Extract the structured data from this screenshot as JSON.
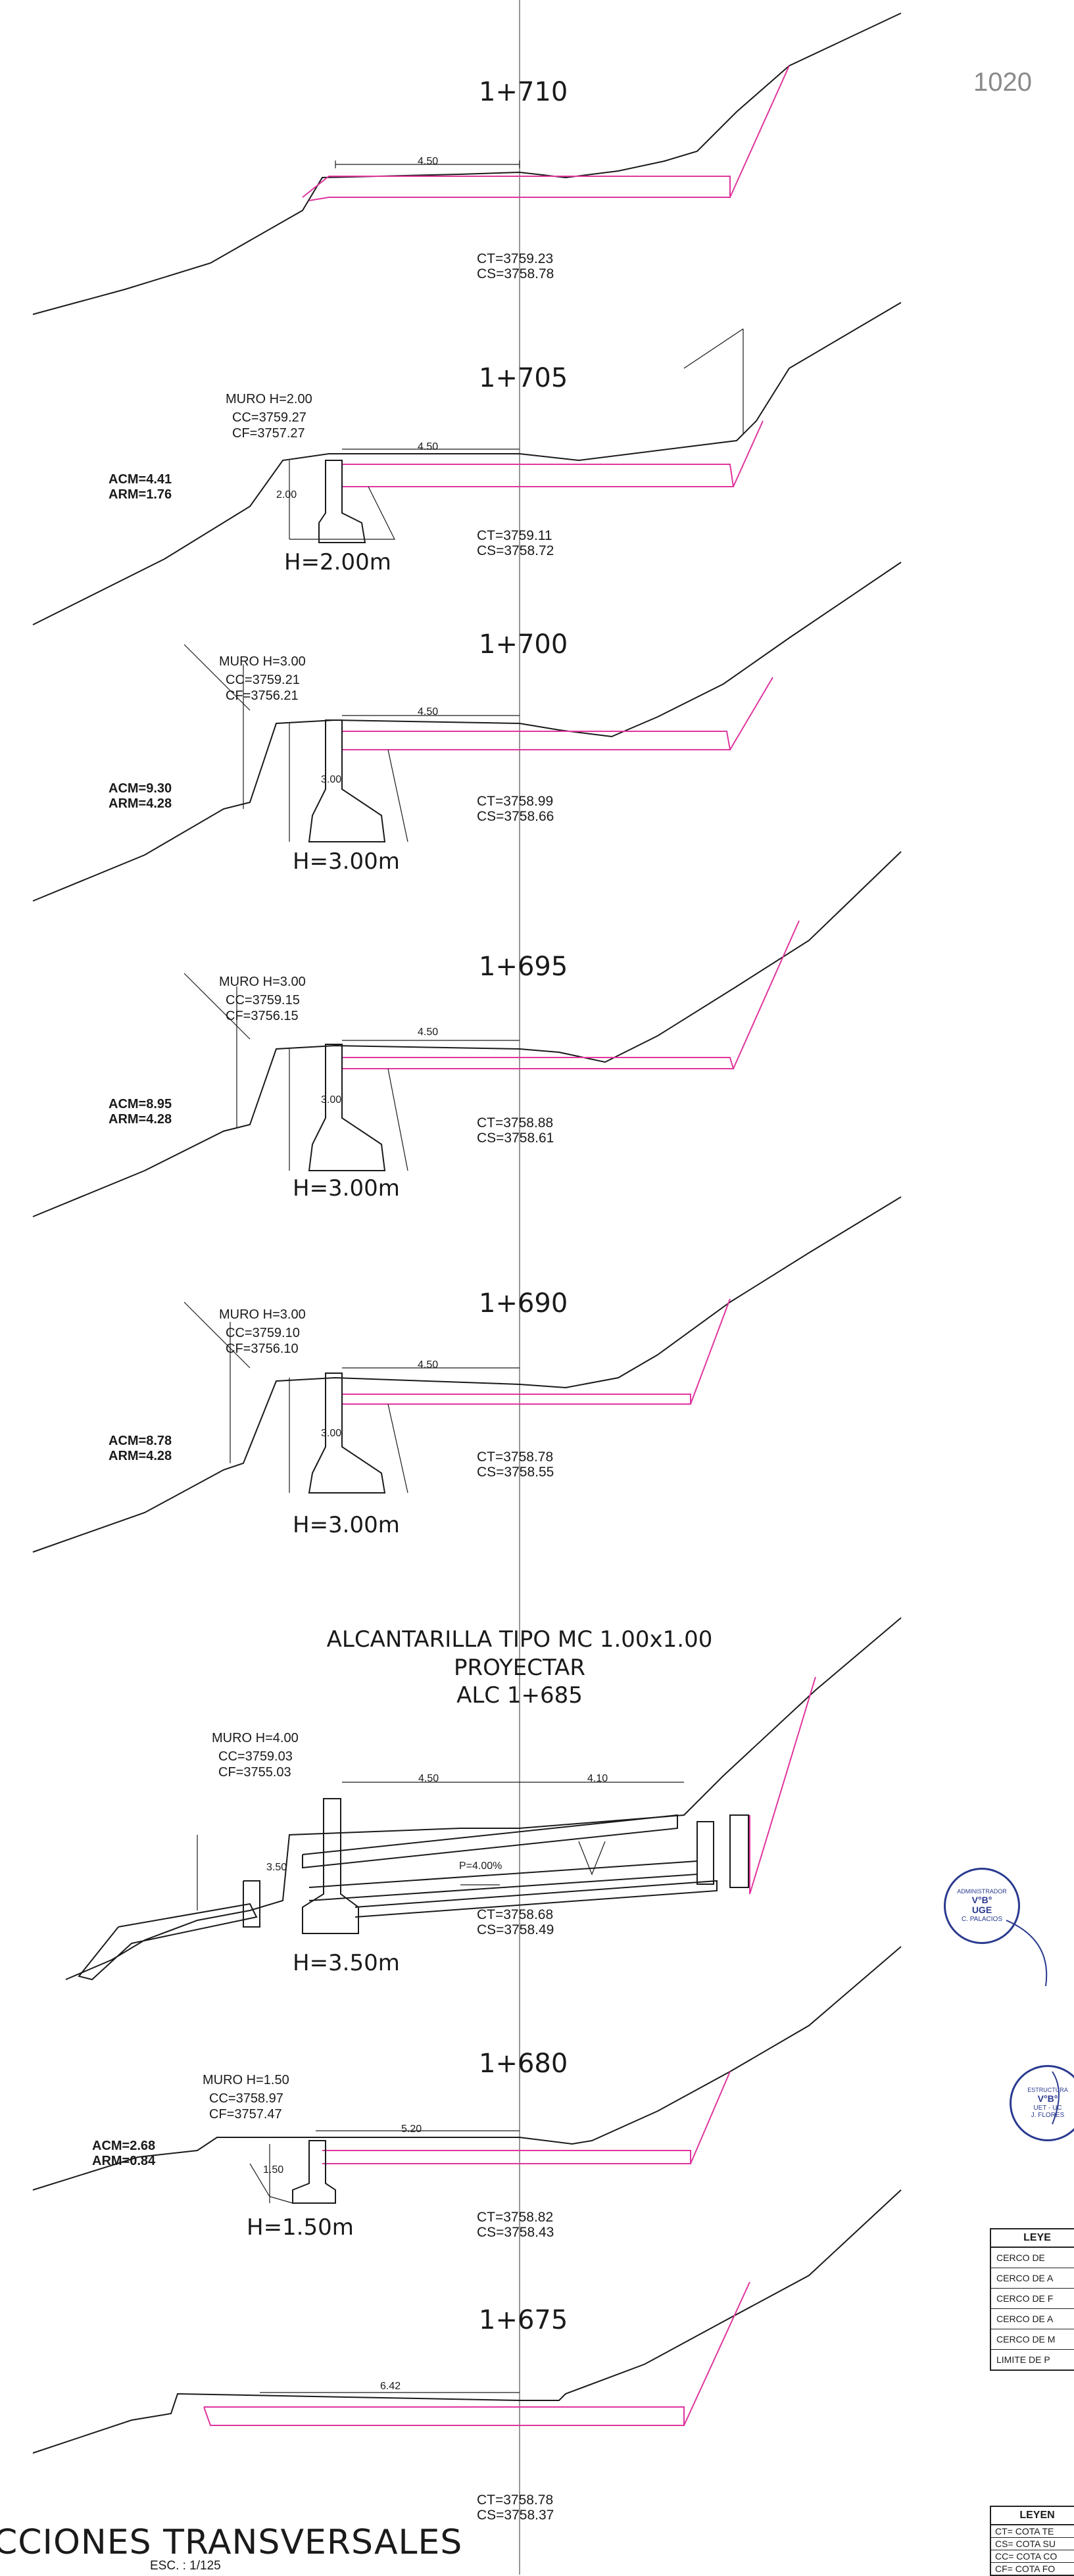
{
  "sheet_number": "1020",
  "sections": [
    {
      "station": "1+710",
      "cotas": [
        "CT=3759.23",
        "CS=3758.78"
      ],
      "widths": [
        "4.50"
      ]
    },
    {
      "station": "1+705",
      "muro": [
        "MURO H=2.00",
        "CC=3759.27",
        "CF=3757.27"
      ],
      "acm": [
        "ACM=4.41",
        "ARM=1.76"
      ],
      "wall_dim": "2.00",
      "h_label": "H=2.00m",
      "cotas": [
        "CT=3759.11",
        "CS=3758.72"
      ],
      "widths": [
        "4.50"
      ]
    },
    {
      "station": "1+700",
      "muro": [
        "MURO H=3.00",
        "CC=3759.21",
        "CF=3756.21"
      ],
      "acm": [
        "ACM=9.30",
        "ARM=4.28"
      ],
      "wall_dim": "3.00",
      "h_label": "H=3.00m",
      "cotas": [
        "CT=3758.99",
        "CS=3758.66"
      ],
      "widths": [
        "4.50"
      ]
    },
    {
      "station": "1+695",
      "muro": [
        "MURO H=3.00",
        "CC=3759.15",
        "CF=3756.15"
      ],
      "acm": [
        "ACM=8.95",
        "ARM=4.28"
      ],
      "wall_dim": "3.00",
      "h_label": "H=3.00m",
      "cotas": [
        "CT=3758.88",
        "CS=3758.61"
      ],
      "widths": [
        "4.50"
      ]
    },
    {
      "station": "1+690",
      "muro": [
        "MURO H=3.00",
        "CC=3759.10",
        "CF=3756.10"
      ],
      "acm": [
        "ACM=8.78",
        "ARM=4.28"
      ],
      "wall_dim": "3.00",
      "h_label": "H=3.00m",
      "cotas": [
        "CT=3758.78",
        "CS=3758.55"
      ],
      "widths": [
        "4.50"
      ]
    },
    {
      "station_lines": [
        "ALCANTARILLA TIPO MC 1.00x1.00",
        "PROYECTAR",
        "ALC 1+685"
      ],
      "muro": [
        "MURO H=4.00",
        "CC=3759.03",
        "CF=3755.03"
      ],
      "wall_dim": "3.50",
      "h_label": "H=3.50m",
      "slope": "P=4.00%",
      "cotas": [
        "CT=3758.68",
        "CS=3758.49"
      ],
      "widths": [
        "4.50",
        "4.10"
      ]
    },
    {
      "station": "1+680",
      "muro": [
        "MURO H=1.50",
        "CC=3758.97",
        "CF=3757.47"
      ],
      "acm": [
        "ACM=2.68",
        "ARM=0.84"
      ],
      "wall_dim": "1.50",
      "h_label": "H=1.50m",
      "cotas": [
        "CT=3758.82",
        "CS=3758.43"
      ],
      "widths": [
        "5.20"
      ]
    },
    {
      "station": "1+675",
      "cotas": [
        "CT=3758.78",
        "CS=3758.37"
      ],
      "widths": [
        "6.42"
      ]
    }
  ],
  "footer": {
    "title": "CCIONES TRANSVERSALES",
    "scale": "ESC. : 1/125"
  },
  "seals": [
    [
      "ADMINISTRADOR",
      "V°B°",
      "UGE",
      "C. PALACIOS"
    ],
    [
      "ESTRUCTURA",
      "V°B°",
      "UET - UC",
      "J. FLORES"
    ]
  ],
  "legend_1": {
    "header": "LEYE",
    "rows": [
      "CERCO DE",
      "CERCO DE A",
      "CERCO DE F",
      "CERCO DE A",
      "CERCO DE M",
      "LIMITE DE P"
    ]
  },
  "legend_2": {
    "header": "LEYEN",
    "rows": [
      "CT= COTA TE",
      "CS= COTA SU",
      "CC= COTA CO",
      "CF= COTA FO"
    ]
  },
  "colors": {
    "ink": "#1a1a1a",
    "subgrade": "#e0359e",
    "seal_blue": "#2a3a8f"
  }
}
